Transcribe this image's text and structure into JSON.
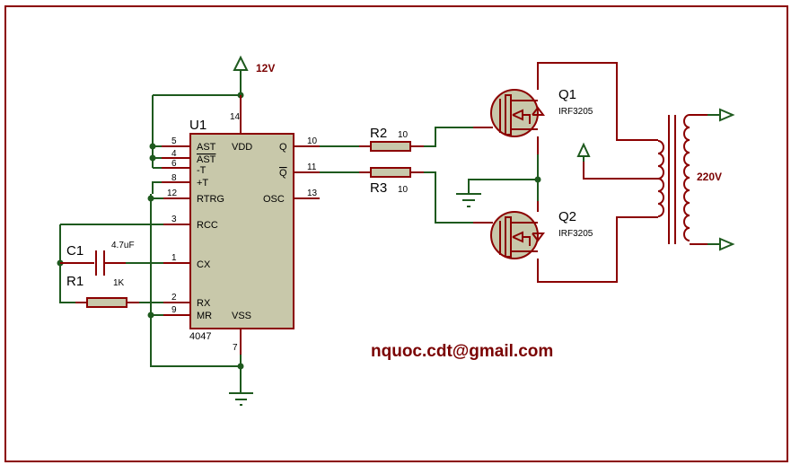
{
  "title": "4047 IRF3205 Push-Pull Inverter Schematic",
  "colors": {
    "wire": "#1e5a1e",
    "pin": "#8b0000",
    "body": "#c8c8aa",
    "net_label": "#7a0000",
    "frame": "#8b0000"
  },
  "power": {
    "vcc_label": "12V",
    "output_label": "220V"
  },
  "ic": {
    "ref": "U1",
    "part": "4047",
    "pins_left": [
      {
        "num": "5",
        "name": "AST"
      },
      {
        "num": "4",
        "name": "AST",
        "overline": true
      },
      {
        "num": "6",
        "name": "-T"
      },
      {
        "num": "8",
        "name": "+T"
      },
      {
        "num": "12",
        "name": "RTRG"
      },
      {
        "num": "3",
        "name": "RCC"
      },
      {
        "num": "1",
        "name": "CX"
      },
      {
        "num": "2",
        "name": "RX"
      },
      {
        "num": "9",
        "name": "MR"
      }
    ],
    "pins_right": [
      {
        "num": "10",
        "name": "Q"
      },
      {
        "num": "11",
        "name": "Q",
        "overline": true
      },
      {
        "num": "13",
        "name": "OSC"
      }
    ],
    "pin_top": {
      "num": "14",
      "name": "VDD"
    },
    "pin_bottom": {
      "num": "7",
      "name": "VSS"
    }
  },
  "components": {
    "c1": {
      "ref": "C1",
      "value": "4.7uF"
    },
    "r1": {
      "ref": "R1",
      "value": "1K"
    },
    "r2": {
      "ref": "R2",
      "value": "10"
    },
    "r3": {
      "ref": "R3",
      "value": "10"
    },
    "q1": {
      "ref": "Q1",
      "part": "IRF3205"
    },
    "q2": {
      "ref": "Q2",
      "part": "IRF3205"
    }
  },
  "author_email": "nquoc.cdt@gmail.com"
}
